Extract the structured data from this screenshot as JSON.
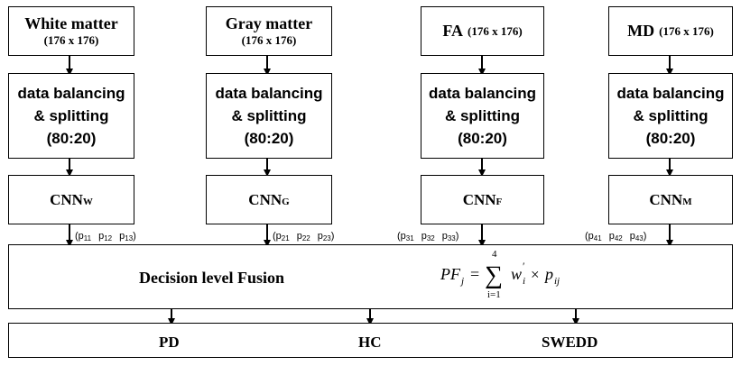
{
  "inputs": [
    {
      "name": "White matter",
      "size": "(176 x 176)",
      "layout": "stacked"
    },
    {
      "name": "Gray matter",
      "size": "(176 x 176)",
      "layout": "stacked"
    },
    {
      "name": "FA",
      "size": "(176 x 176)",
      "layout": "inline"
    },
    {
      "name": "MD",
      "size": "(176 x 176)",
      "layout": "inline"
    }
  ],
  "balancing": {
    "line1": "data balancing",
    "line2": "& splitting",
    "line3": "(80:20)"
  },
  "cnns": [
    {
      "base": "CNN",
      "sub": "W"
    },
    {
      "base": "CNN",
      "sub": "G"
    },
    {
      "base": "CNN",
      "sub": "F"
    },
    {
      "base": "CNN",
      "sub": "M"
    }
  ],
  "probabilities": [
    [
      "11",
      "12",
      "13"
    ],
    [
      "21",
      "22",
      "23"
    ],
    [
      "31",
      "32",
      "33"
    ],
    [
      "41",
      "42",
      "43"
    ]
  ],
  "fusion": {
    "title": "Decision level Fusion",
    "formula_lhs": "PF",
    "formula_lhs_sub": "j",
    "sum_upper": "4",
    "sum_lower": "i=1"
  },
  "outputs": [
    "PD",
    "HC",
    "SWEDD"
  ]
}
